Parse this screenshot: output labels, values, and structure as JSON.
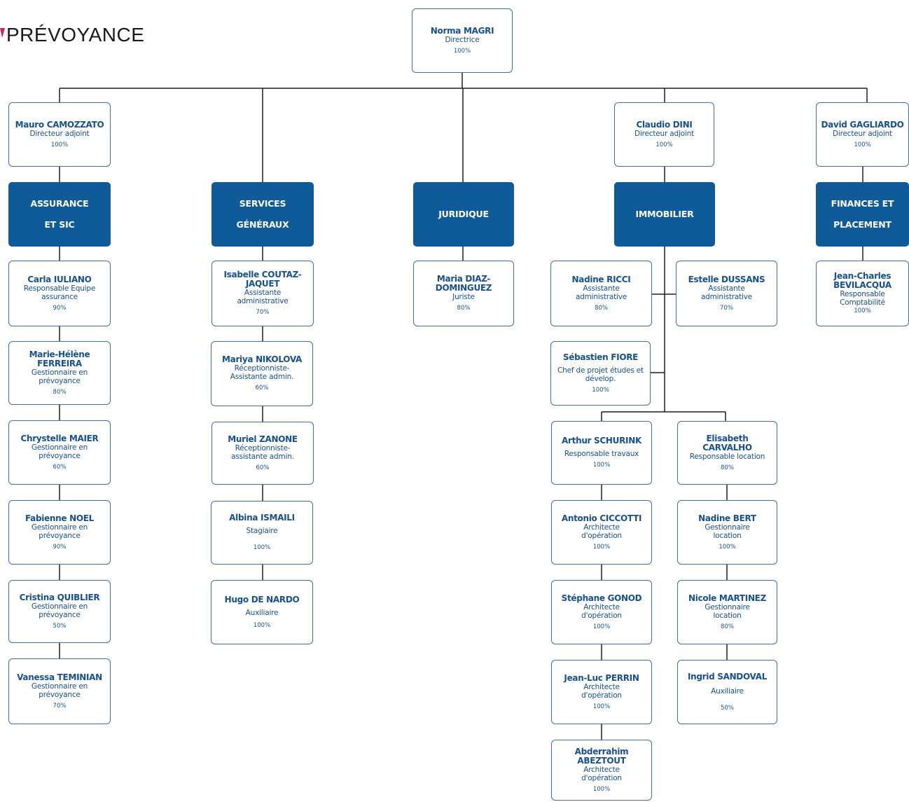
{
  "brand": {
    "logo_text": "PRÉVOYANCE",
    "accent": "#d6244f"
  },
  "colors": {
    "line": "#1f1f1f",
    "box_border": "#3f6fa8",
    "text": "#17508f",
    "dept_fill": "#0f5b9a",
    "dept_text": "#ffffff"
  },
  "top": {
    "name": "Norma MAGRI",
    "title": "Directrice",
    "pct": "100%"
  },
  "deputies": [
    {
      "name": "Mauro CAMOZZATO",
      "title": "Directeur adjoint",
      "pct": "100%"
    },
    {
      "name": "Claudio DINI",
      "title": "Directeur adjoint",
      "pct": "100%"
    },
    {
      "name": "David GAGLIARDO",
      "title": "Directeur adjoint",
      "pct": "100%"
    }
  ],
  "departments": [
    {
      "label": "ASSURANCE ET SIC"
    },
    {
      "label": "SERVICES GÉNÉRAUX"
    },
    {
      "label": "JURIDIQUE"
    },
    {
      "label": "IMMOBILIER"
    },
    {
      "label": "FINANCES ET PLACEMENT"
    }
  ],
  "assurance": [
    {
      "name": "Carla IULIANO",
      "title": "Responsable Equipe assurance",
      "pct": "90%"
    },
    {
      "name": "Marie-Hélène FERREIRA",
      "title": "Gestionnaire en prévoyance",
      "pct": "80%"
    },
    {
      "name": "Chrystelle MAIER",
      "title": "Gestionnaire en prévoyance",
      "pct": "60%"
    },
    {
      "name": "Fabienne NOEL",
      "title": "Gestionnaire en prévoyance",
      "pct": "90%"
    },
    {
      "name": "Cristina QUIBLIER",
      "title": "Gestionnaire en prévoyance",
      "pct": "50%"
    },
    {
      "name": "Vanessa TEMINIAN",
      "title": "Gestionnaire en prévoyance",
      "pct": "70%"
    }
  ],
  "services": [
    {
      "name": "Isabelle COUTAZ-JAQUET",
      "title": "Assistante administrative",
      "pct": "70%"
    },
    {
      "name": "Mariya NIKOLOVA",
      "title": "Réceptionniste-Assistante admin.",
      "pct": "60%"
    },
    {
      "name": "Muriel ZANONE",
      "title": "Réceptionniste-assistante admin.",
      "pct": "60%"
    },
    {
      "name": "Albina ISMAILI",
      "title": "Stagiaire",
      "pct": "100%"
    },
    {
      "name": "Hugo DE NARDO",
      "title": "Auxiliaire",
      "pct": "100%"
    }
  ],
  "juridique": [
    {
      "name": "Maria DIAZ-DOMINGUEZ",
      "title": "Juriste",
      "pct": "80%"
    }
  ],
  "immobilier_staff": [
    {
      "name": "Nadine RICCI",
      "title": "Assistante administrative",
      "pct": "80%"
    },
    {
      "name": "Estelle DUSSANS",
      "title": "Assistante administrative",
      "pct": "70%"
    },
    {
      "name": "Sébastien FIORE",
      "title": "Chef de projet études et dévelop.",
      "pct": "100%"
    }
  ],
  "immobilier_travaux": [
    {
      "name": "Arthur SCHURINK",
      "title": "Responsable travaux",
      "pct": "100%"
    },
    {
      "name": "Antonio CICCOTTI",
      "title": "Architecte d'opération",
      "pct": "100%"
    },
    {
      "name": "Stéphane GONOD",
      "title": "Architecte d'opération",
      "pct": "100%"
    },
    {
      "name": "Jean-Luc PERRIN",
      "title": "Architecte d'opération",
      "pct": "100%"
    },
    {
      "name": "Abderrahim ABEZTOUT",
      "title": "Architecte d'opération",
      "pct": "100%"
    }
  ],
  "immobilier_location": [
    {
      "name": "Elisabeth CARVALHO",
      "title": "Responsable location",
      "pct": "80%"
    },
    {
      "name": "Nadine BERT",
      "title": "Gestionnaire location",
      "pct": "100%"
    },
    {
      "name": "Nicole MARTINEZ",
      "title": "Gestionnaire location",
      "pct": "80%"
    },
    {
      "name": "Ingrid SANDOVAL",
      "title": "Auxiliaire",
      "pct": "50%"
    }
  ],
  "finances": [
    {
      "name": "Jean-Charles BEVILACQUA",
      "title": "Responsable Comptabilité",
      "pct": "100%"
    }
  ]
}
